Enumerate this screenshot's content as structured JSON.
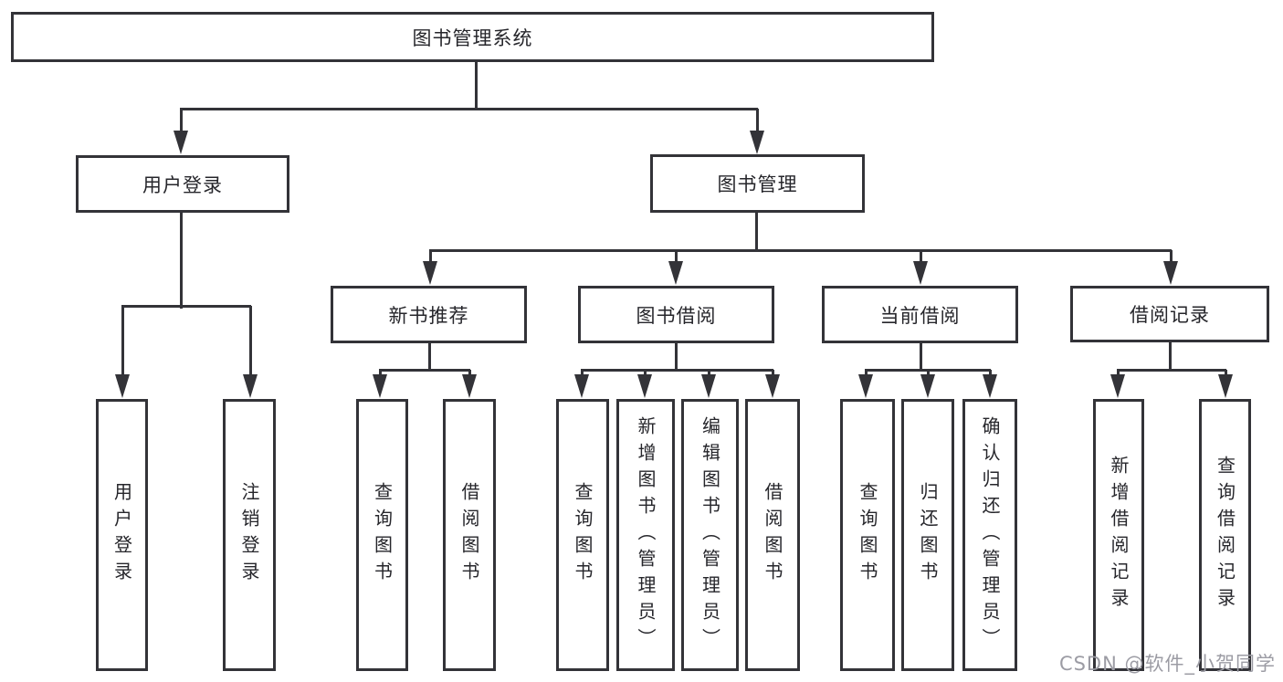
{
  "diagram": {
    "tree": {
      "label": "图书管理系统",
      "children": [
        {
          "label": "用户登录",
          "children": [
            {
              "label": "用户登录"
            },
            {
              "label": "注销登录"
            }
          ]
        },
        {
          "label": "图书管理",
          "children": [
            {
              "label": "新书推荐",
              "children": [
                {
                  "label": "查询图书"
                },
                {
                  "label": "借阅图书"
                }
              ]
            },
            {
              "label": "图书借阅",
              "children": [
                {
                  "label": "查询图书"
                },
                {
                  "label": "新增图书（管理员）"
                },
                {
                  "label": "编辑图书（管理员）"
                },
                {
                  "label": "借阅图书"
                }
              ]
            },
            {
              "label": "当前借阅",
              "children": [
                {
                  "label": "查询图书"
                },
                {
                  "label": "归还图书"
                },
                {
                  "label": "确认归还（管理员）"
                }
              ]
            },
            {
              "label": "借阅记录",
              "children": [
                {
                  "label": "新增借阅记录"
                },
                {
                  "label": "查询借阅记录"
                }
              ]
            }
          ]
        }
      ]
    }
  },
  "watermark": "CSDN @软件_小贺同学",
  "colors": {
    "line": "#333338",
    "text": "#26262b",
    "background": "#ffffff",
    "watermark": "#9c9ca4"
  }
}
